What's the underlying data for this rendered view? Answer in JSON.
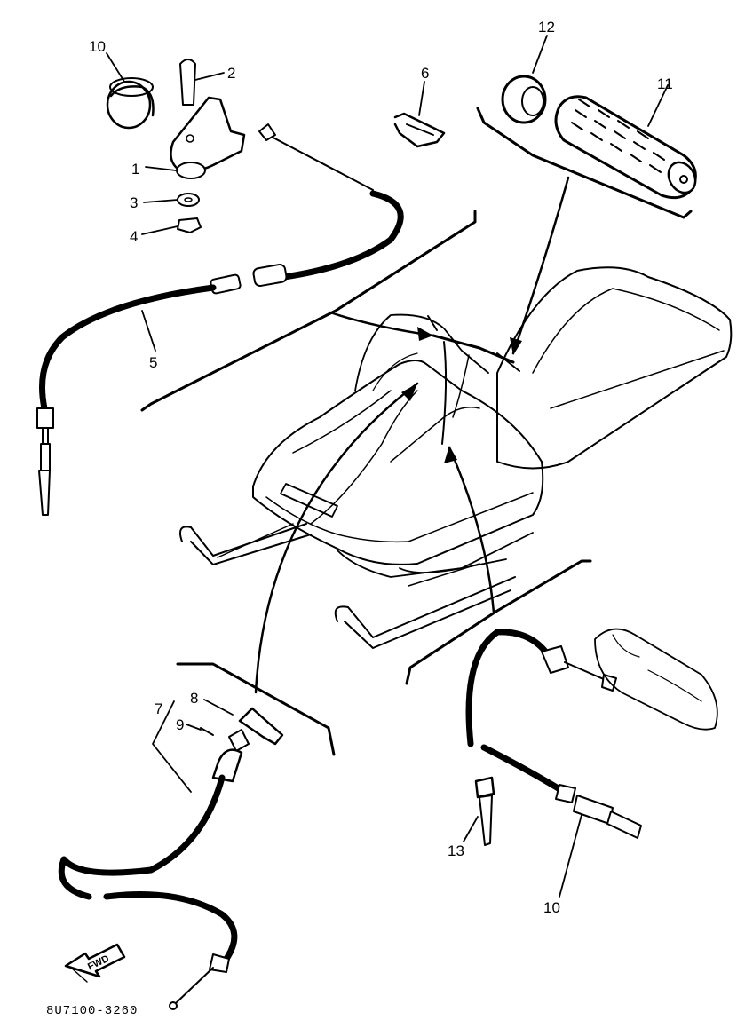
{
  "diagram_code": "8U7100-3260",
  "direction_arrow_label": "FWD",
  "callouts": {
    "grip_end": "10",
    "pin": "2",
    "bracket": "1",
    "washer": "3",
    "nut": "4",
    "throttle_cable": "5",
    "clip": "6",
    "grip_cap": "12",
    "grip": "11",
    "switch_assy": "7",
    "switch_cap": "8",
    "switch_pin": "9",
    "tie": "13",
    "brake_cable": "10"
  },
  "colors": {
    "ink": "#000000",
    "paper": "#ffffff"
  }
}
